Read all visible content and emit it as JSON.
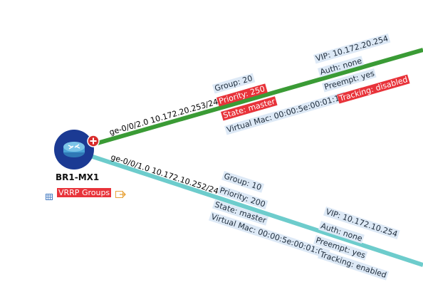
{
  "node": {
    "name": "BR1-MX1",
    "vrrp_label": "VRRP Groups",
    "colors": {
      "disc": "#1b3a93",
      "router": "#4aa3d6",
      "badge": "#d92d2d"
    }
  },
  "links": {
    "top": {
      "color": "#3a9b35",
      "interface": "ge-0/0/2.0 10.172.20.253/24",
      "group": "Group: 20",
      "priority": "Priority: 250",
      "state": "State: master",
      "vmac": "Virtual Mac: 00:00:5e:00:01:14",
      "vip": "VIP: 10.172.20.254",
      "auth": "Auth: none",
      "preempt": "Preempt: yes",
      "tracking": "Tracking: disabled"
    },
    "bottom": {
      "color": "#6dcccc",
      "interface": "ge-0/0/1.0 10.172.10.252/24",
      "group": "Group: 10",
      "priority": "Priority: 200",
      "state": "State: master",
      "vmac": "Virtual Mac: 00:00:5e:00:01:0a",
      "vip": "VIP: 10.172.10.254",
      "auth": "Auth: none",
      "preempt": "Preempt: yes",
      "tracking": "Tracking: enabled"
    }
  },
  "alert_color": "#e8333a"
}
